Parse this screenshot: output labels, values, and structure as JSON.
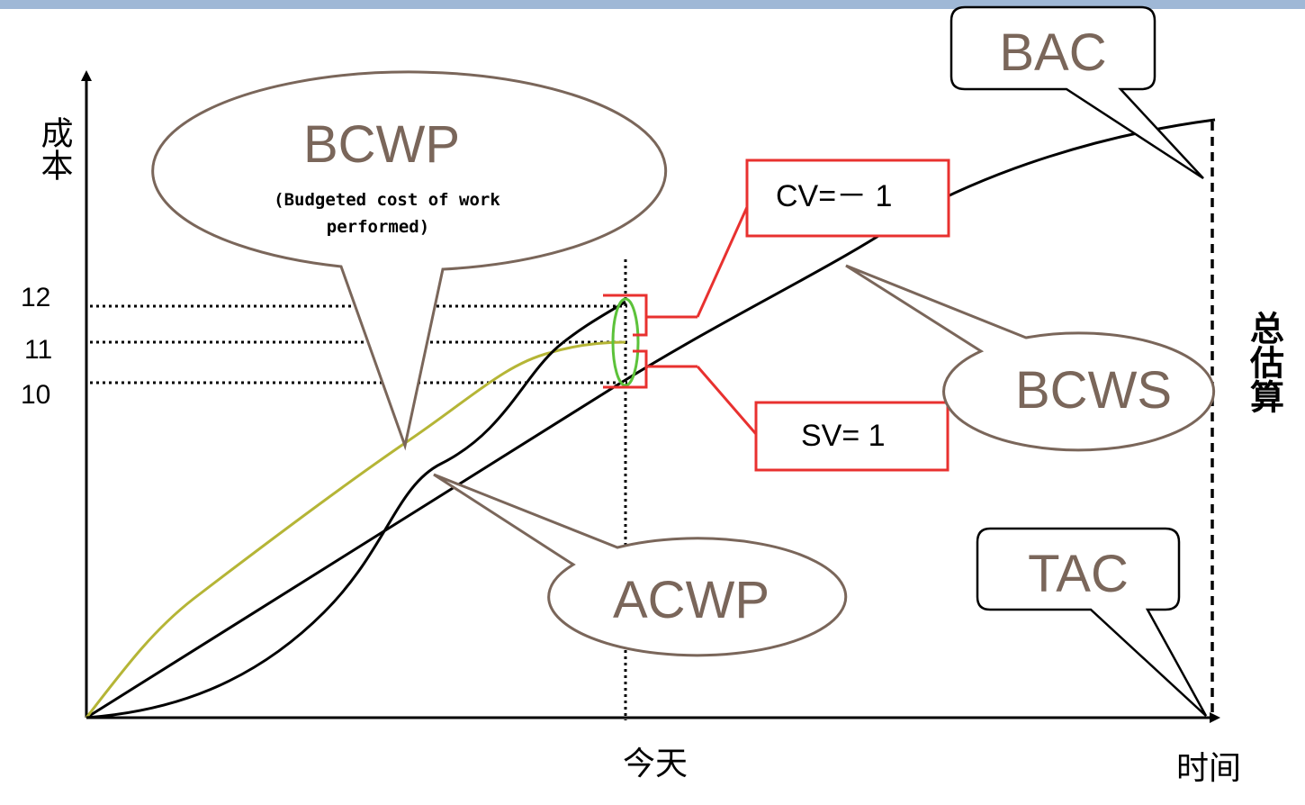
{
  "axes": {
    "y_label": "成本",
    "x_label": "时间",
    "today_label": "今天",
    "total_estimate_label": "总估算"
  },
  "tick_labels": {
    "y12": "12",
    "y11": "11",
    "y10": "10"
  },
  "callouts": {
    "bac": "BAC",
    "tac": "TAC",
    "bcwp": "BCWP",
    "bcwp_desc_line1": "(Budgeted cost of work",
    "bcwp_desc_line2": "performed)",
    "bcws": "BCWS",
    "acwp": "ACWP"
  },
  "variances": {
    "cv": "CV=－ 1",
    "sv": "SV= 1"
  },
  "colors": {
    "bcwp_curve": "#b5b536",
    "bcws_curve": "#000000",
    "acwp_curve": "#000000",
    "callout_outline": "#7a665a",
    "callout_text": "#7a665a",
    "variance_box": "#e8312f",
    "today_ellipse": "#5cc23a",
    "top_bar": "#9fb8d6"
  }
}
